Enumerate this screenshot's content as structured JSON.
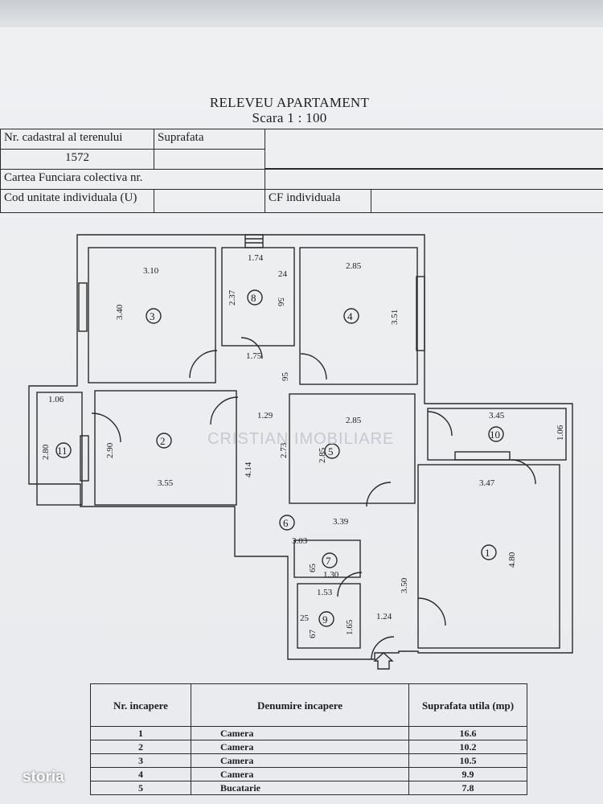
{
  "title": {
    "line1": "RELEVEU APARTAMENT",
    "line2": "Scara 1 : 100"
  },
  "header": {
    "cadastral_label": "Nr. cadastral al terenului",
    "cadastral_value": "1572",
    "area_label": "Suprafata",
    "cf_collective_label": "Cartea Funciara colectiva nr.",
    "unit_code_label": "Cod unitate individuala (U)",
    "cf_individual_label": "CF individuala"
  },
  "plan": {
    "rooms": [
      {
        "n": "1",
        "w": "3.47",
        "h": "4.80"
      },
      {
        "n": "2",
        "w": "3.55",
        "h": "2.90"
      },
      {
        "n": "3",
        "w": "3.10",
        "h": "3.40"
      },
      {
        "n": "4",
        "w": "2.85",
        "h": "3.51"
      },
      {
        "n": "5",
        "w": "2.85",
        "h": "2.85"
      },
      {
        "n": "6",
        "w": "3.39",
        "h": "3.03"
      },
      {
        "n": "7",
        "w": "1.30",
        "h": "65"
      },
      {
        "n": "8",
        "w": "1.74",
        "h": "2.37"
      },
      {
        "n": "9",
        "w": "1.53",
        "h": "1.65"
      },
      {
        "n": "10",
        "w": "3.45",
        "h": "1.06"
      },
      {
        "n": "11",
        "w": "1.06",
        "h": "2.80"
      }
    ],
    "dims_extra": {
      "d175": "1.75",
      "d95": "95",
      "d129": "1.29",
      "d273": "2.73",
      "d414": "4.14",
      "d350": "3.50",
      "d124": "1.24",
      "d56": "56",
      "d24": "24",
      "d25": "25",
      "d67": "67"
    },
    "watermark": "CRISTIAN IMOBILIARE"
  },
  "rooms_table": {
    "headers": [
      "Nr. incapere",
      "Denumire incapere",
      "Suprafata utila (mp)"
    ],
    "rows": [
      {
        "nr": "1",
        "name": "Camera",
        "area": "16.6"
      },
      {
        "nr": "2",
        "name": "Camera",
        "area": "10.2"
      },
      {
        "nr": "3",
        "name": "Camera",
        "area": "10.5"
      },
      {
        "nr": "4",
        "name": "Camera",
        "area": "9.9"
      },
      {
        "nr": "5",
        "name": "Bucatarie",
        "area": "7.8"
      }
    ]
  },
  "logo": "storia"
}
